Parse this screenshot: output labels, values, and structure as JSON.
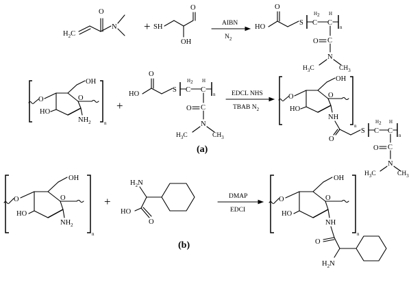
{
  "labels": {
    "part_a": "(a)",
    "part_b": "(b)",
    "plus": "+",
    "n": "n"
  },
  "reagents": {
    "r1": "AIBN",
    "r1b": "N",
    "r1b_sub": "2",
    "r2a": "EDCL NHS",
    "r2b": "TBAB N",
    "r2b_sub": "2",
    "r3a": "DMAP",
    "r3b": "EDCI"
  },
  "atoms": {
    "N": "N",
    "O": "O",
    "S": "S",
    "C": "C",
    "HO": "HO",
    "OH": "OH",
    "SH": "SH",
    "H2C_eq": "H",
    "H": "H",
    "H2": "2",
    "H3C": "H",
    "CH3": "CH",
    "sub3": "3",
    "NH2": "NH",
    "NH": "NH",
    "H2N": "H",
    "O_ring": "O",
    "HO_c": "HO",
    "O_link": "O"
  }
}
